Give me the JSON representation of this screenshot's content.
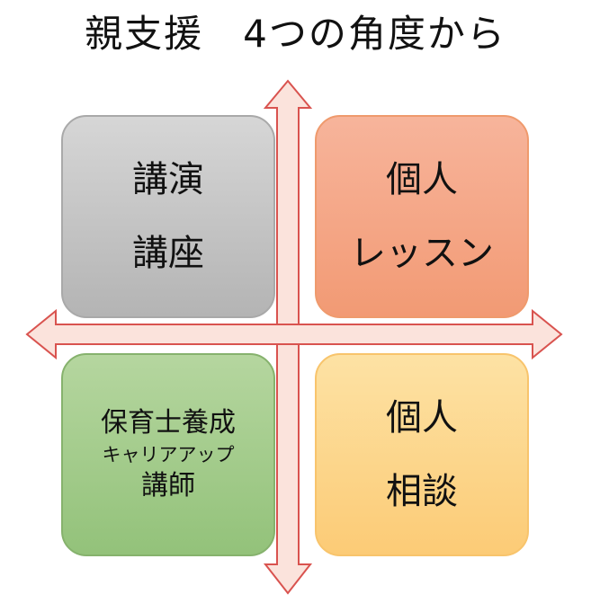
{
  "title": "親支援　4つの角度から",
  "colors": {
    "arrow_fill": "#fbe3dc",
    "arrow_stroke": "#d9534f",
    "box_gray": "#c4c4c4",
    "box_orange": "#f4a584",
    "box_green": "#a6cd8e",
    "box_yellow": "#fdd68c"
  },
  "quadrants": {
    "top_left": {
      "lines": [
        "講演",
        "講座"
      ]
    },
    "top_right": {
      "lines": [
        "個人",
        "レッスン"
      ]
    },
    "bottom_left": {
      "lines": [
        "保育士養成",
        "キャリアアップ",
        "講師"
      ]
    },
    "bottom_right": {
      "lines": [
        "個人",
        "相談"
      ]
    }
  }
}
